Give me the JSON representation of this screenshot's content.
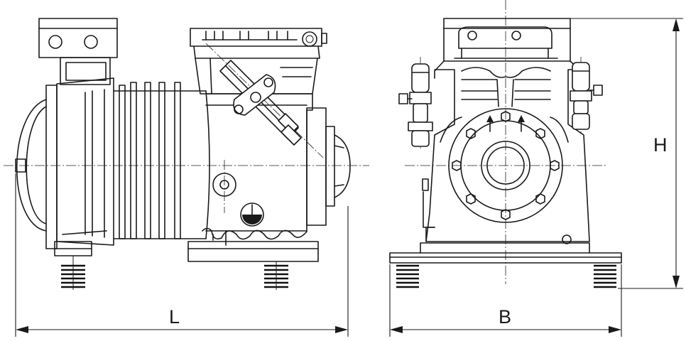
{
  "dimensions": {
    "length_label": "L",
    "width_label": "B",
    "height_label": "H"
  }
}
